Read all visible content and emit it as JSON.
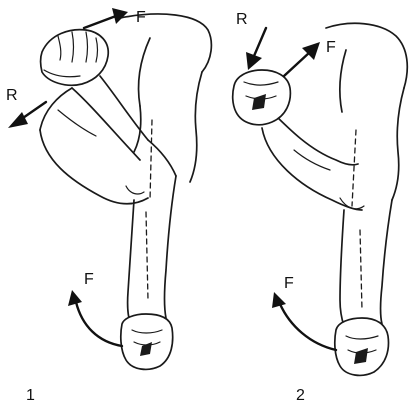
{
  "figure": {
    "panels": [
      {
        "number": "1",
        "forces": [
          {
            "label": "F",
            "role": "upper"
          },
          {
            "label": "R",
            "role": "resistance"
          },
          {
            "label": "F",
            "role": "lower"
          }
        ]
      },
      {
        "number": "2",
        "forces": [
          {
            "label": "R",
            "role": "resistance"
          },
          {
            "label": "F",
            "role": "upper"
          },
          {
            "label": "F",
            "role": "lower"
          }
        ]
      }
    ]
  }
}
